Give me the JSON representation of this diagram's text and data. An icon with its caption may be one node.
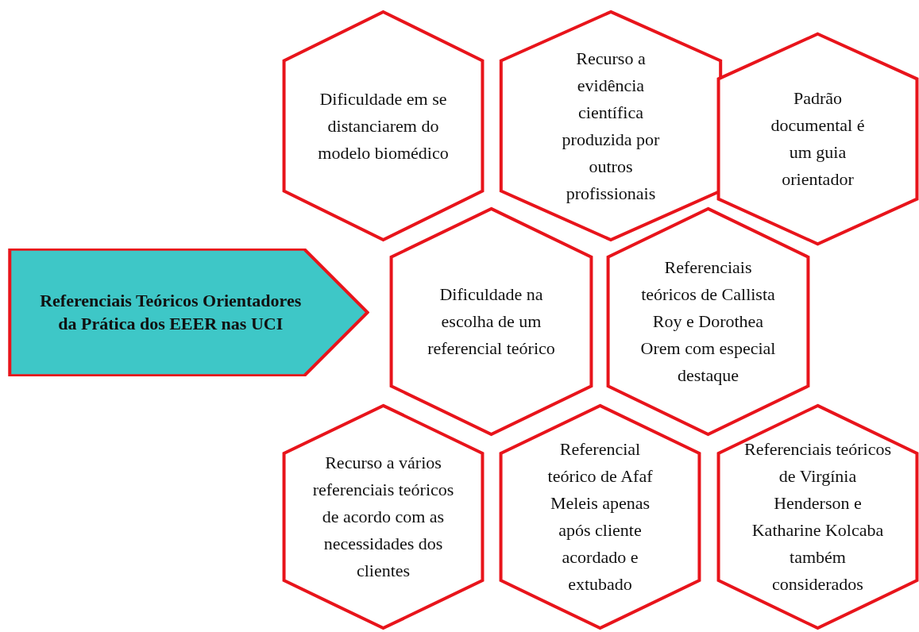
{
  "diagram": {
    "nodes": [
      {
        "text": [
          "Referenciais Teóricos Orientadores da Prática dos EEER nas UCI"
        ]
      },
      {
        "text": [
          "Dificuldade em se distanciarem do modelo biomédico"
        ]
      },
      {
        "text": [
          "Recurso a evidência científica produzida por outros profissionais"
        ]
      },
      {
        "text": [
          "Padrão documental é um guia orientador"
        ]
      },
      {
        "text": [
          "Dificuldade na escolha de um referencial teórico"
        ]
      },
      {
        "text": [
          "Referenciais teóricos de Callista Roy e Dorothea Orem com especial destaque"
        ]
      },
      {
        "text": [
          "Recurso a vários referenciais teóricos de acordo com as necessidades dos clientes"
        ]
      },
      {
        "text": [
          "Referencial teórico de Afaf Meleis apenas após cliente acordado e extubado"
        ]
      },
      {
        "text": [
          "Referenciais teóricos de Virgínia Henderson e Katharine Kolcaba também considerados"
        ]
      }
    ]
  }
}
